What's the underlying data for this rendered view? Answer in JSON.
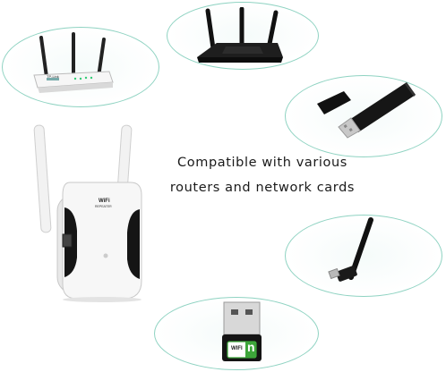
{
  "caption": {
    "line1": "Compatible with various",
    "line2": "routers and network cards"
  },
  "devices": {
    "repeater_label": "WiFi",
    "repeater_sublabel": "REPEATER",
    "router_brand": "TP-Link",
    "nano_label": "WIFI",
    "nano_letter": "n"
  },
  "colors": {
    "bubble_border": "#8fd3c2",
    "device_black": "#1b1b1b",
    "device_white": "#f3f3f3",
    "wifi_green": "#3da63a"
  }
}
